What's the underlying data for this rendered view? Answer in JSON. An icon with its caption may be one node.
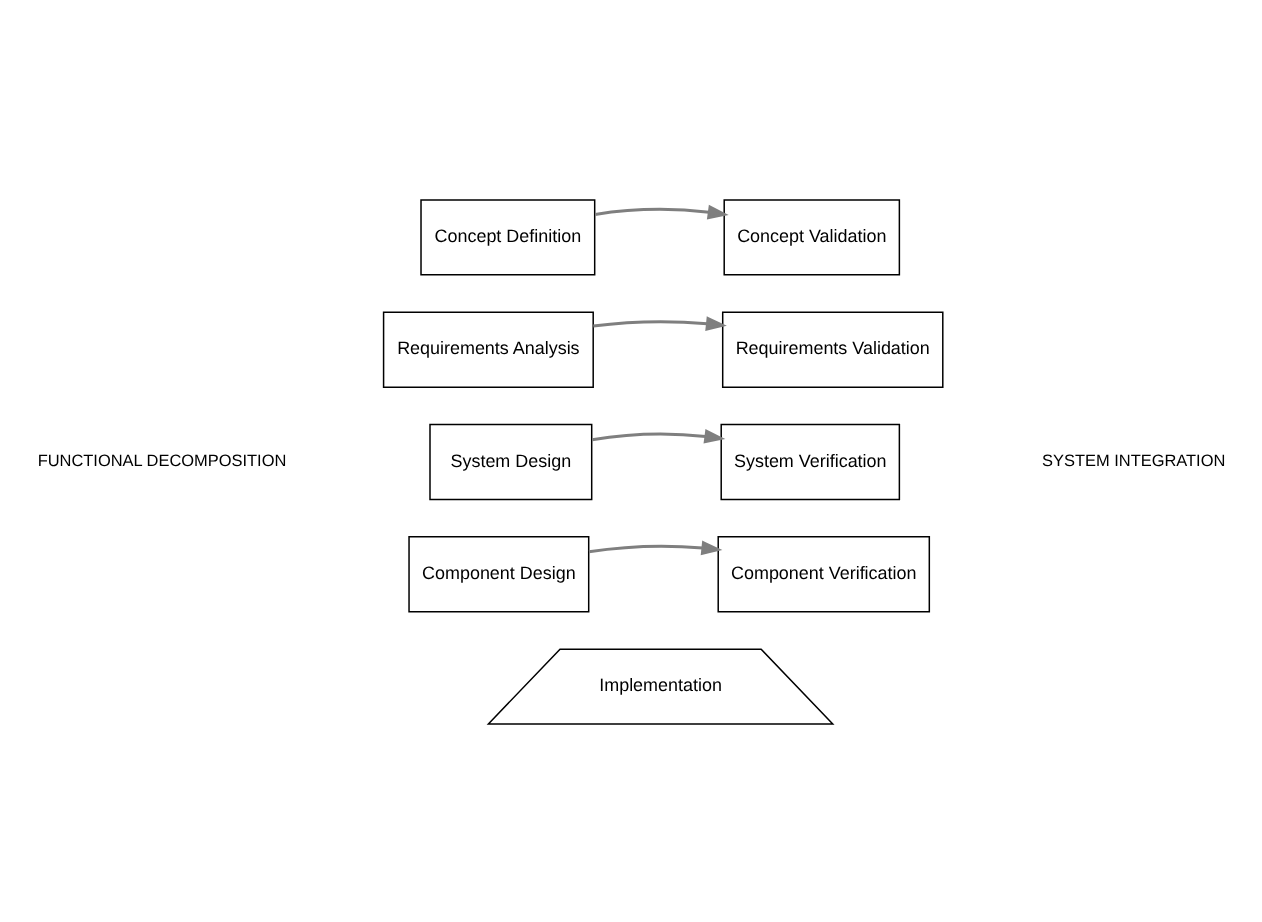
{
  "diagram": {
    "nodes": [
      {
        "text": [
          "Concept Definition"
        ]
      },
      {
        "text": [
          "Concept Validation"
        ]
      },
      {
        "text": [
          "Requirements Analysis"
        ]
      },
      {
        "text": [
          "Requirements Validation"
        ]
      },
      {
        "text": [
          "System Design"
        ]
      },
      {
        "text": [
          "System Verification"
        ]
      },
      {
        "text": [
          "Component Design"
        ]
      },
      {
        "text": [
          "Component Verification"
        ]
      },
      {
        "text": [
          "Implementation"
        ]
      }
    ],
    "edges": [
      {
        "from": 0,
        "to": 1,
        "arrow": "to"
      },
      {
        "from": 2,
        "to": 3,
        "arrow": "to"
      },
      {
        "from": 4,
        "to": 5,
        "arrow": "to"
      },
      {
        "from": 6,
        "to": 7,
        "arrow": "to"
      }
    ],
    "labels": [
      "FUNCTIONAL DECOMPOSITION",
      "SYSTEM INTEGRATION"
    ]
  }
}
